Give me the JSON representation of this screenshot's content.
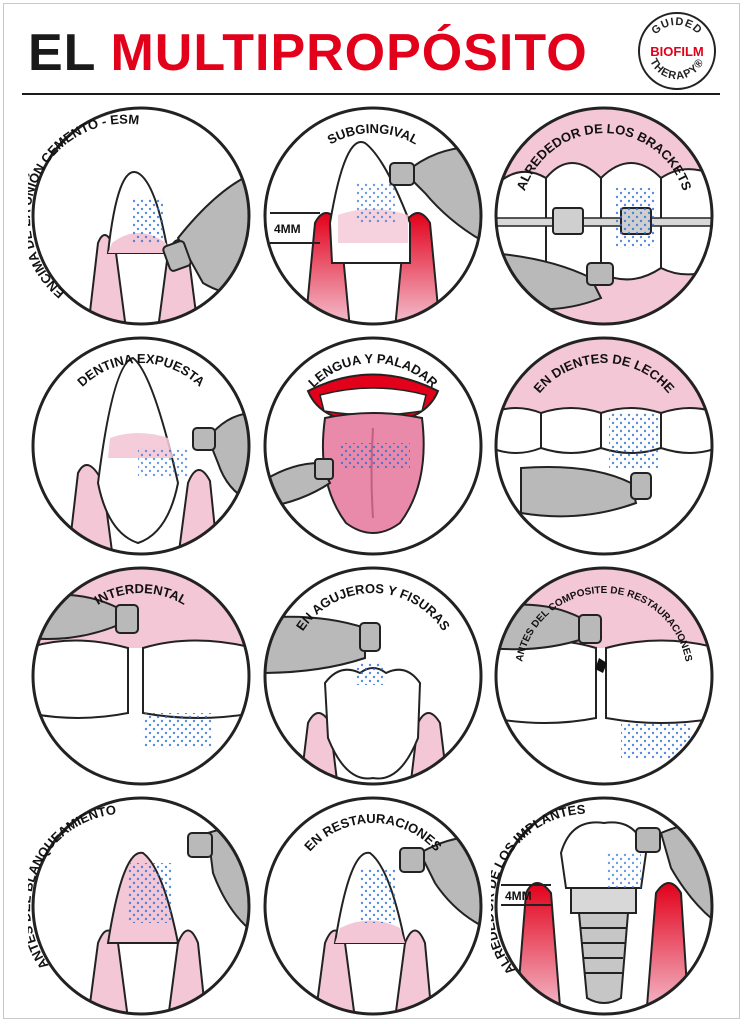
{
  "header": {
    "title_part1": "EL",
    "title_part2": "MULTIPROPÓSITO"
  },
  "logo": {
    "line1": "GUIDED",
    "line2": "BIOFILM",
    "line3": "THERAPY®"
  },
  "colors": {
    "accent_red": "#e2001a",
    "gum_pink": "#f4c7d6",
    "tissue_pink": "#e98aaa",
    "tool_gray": "#b9b9b9",
    "spray_blue": "#2a6fd6"
  },
  "panels": [
    {
      "label": "POR ENCIMA DE LA UNIÓN CEMENTO - ESMALTE",
      "icon": "tooth-cej-icon"
    },
    {
      "label": "SUBGINGIVAL",
      "measure": "4MM",
      "icon": "tooth-subgingival-icon"
    },
    {
      "label": "ALREDEDOR DE LOS BRACKETS",
      "icon": "brackets-icon"
    },
    {
      "label": "DENTINA EXPUESTA",
      "icon": "exposed-dentin-icon"
    },
    {
      "label": "LENGUA Y PALADAR",
      "icon": "tongue-icon"
    },
    {
      "label": "EN DIENTES DE LECHE",
      "icon": "milk-teeth-icon"
    },
    {
      "label": "INTERDENTAL",
      "icon": "interdental-icon"
    },
    {
      "label": "EN AGUJEROS Y FISURAS",
      "icon": "molar-fissure-icon"
    },
    {
      "label": "ANTES DEL COMPOSITE DE RESTAURACIONES",
      "icon": "composite-icon"
    },
    {
      "label": "ANTES DEL BLANQUEAMIENTO",
      "icon": "whitening-icon"
    },
    {
      "label": "EN RESTAURACIONES",
      "icon": "restoration-icon"
    },
    {
      "label": "ALREDEDOR DE LOS IMPLANTES",
      "measure": "4MM",
      "icon": "implant-icon"
    }
  ]
}
